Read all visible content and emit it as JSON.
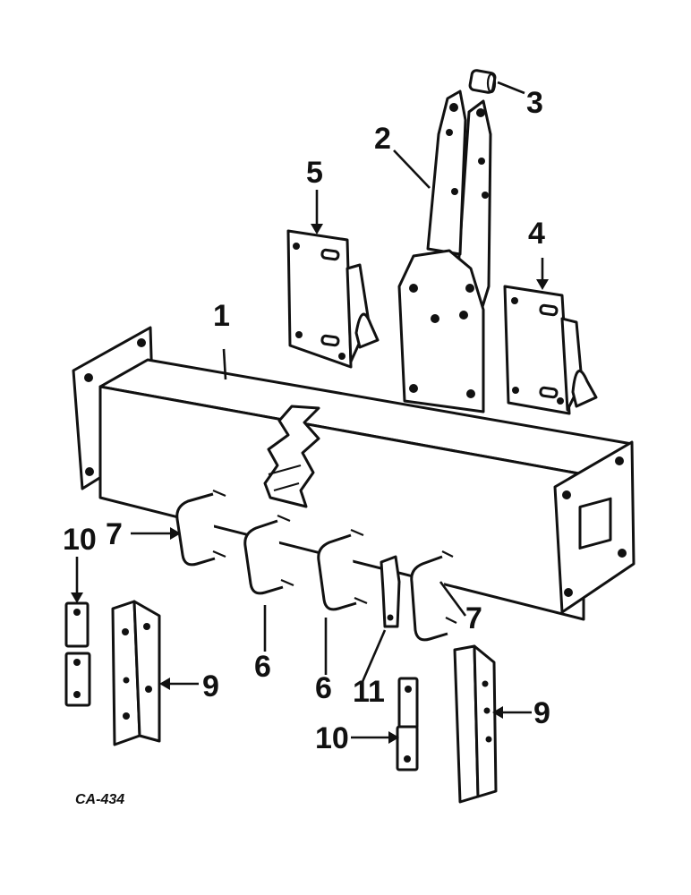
{
  "diagram": {
    "callouts": {
      "c1": "1",
      "c2": "2",
      "c3": "3",
      "c4": "4",
      "c5": "5",
      "c6a": "6",
      "c6b": "6",
      "c7a": "7",
      "c7b": "7",
      "c9a": "9",
      "c9b": "9",
      "c10a": "10",
      "c10b": "10",
      "c11": "11"
    },
    "drawing_code": "CA-434"
  }
}
